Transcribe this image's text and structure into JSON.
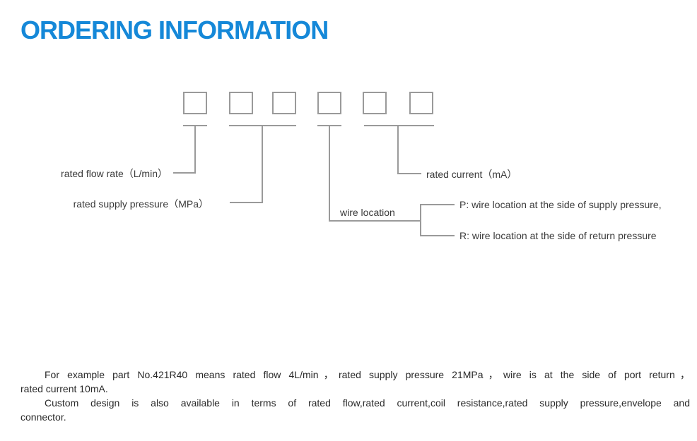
{
  "title": {
    "text": "ORDERING INFORMATION",
    "color": "#1588d8"
  },
  "diagram": {
    "box_count": 6,
    "line_color": "#9a9a9a",
    "labels": {
      "flow": "rated flow rate（L/min）",
      "pressure": "rated supply pressure（MPa）",
      "wire": "wire location",
      "current": "rated current（mA）",
      "wire_p": "P: wire location at the side of supply pressure,",
      "wire_r": "R: wire location at the side of return pressure"
    }
  },
  "paragraphs": {
    "p1_line1": "For example part No.421R40 means rated flow 4L/min，rated supply pressure 21MPa，wire is at the side of port return，",
    "p1_line2": "rated current 10mA.",
    "p2_line1": "Custom design is also available in terms of rated flow,rated current,coil resistance,rated supply pressure,envelope and",
    "p2_line2": "connector."
  }
}
